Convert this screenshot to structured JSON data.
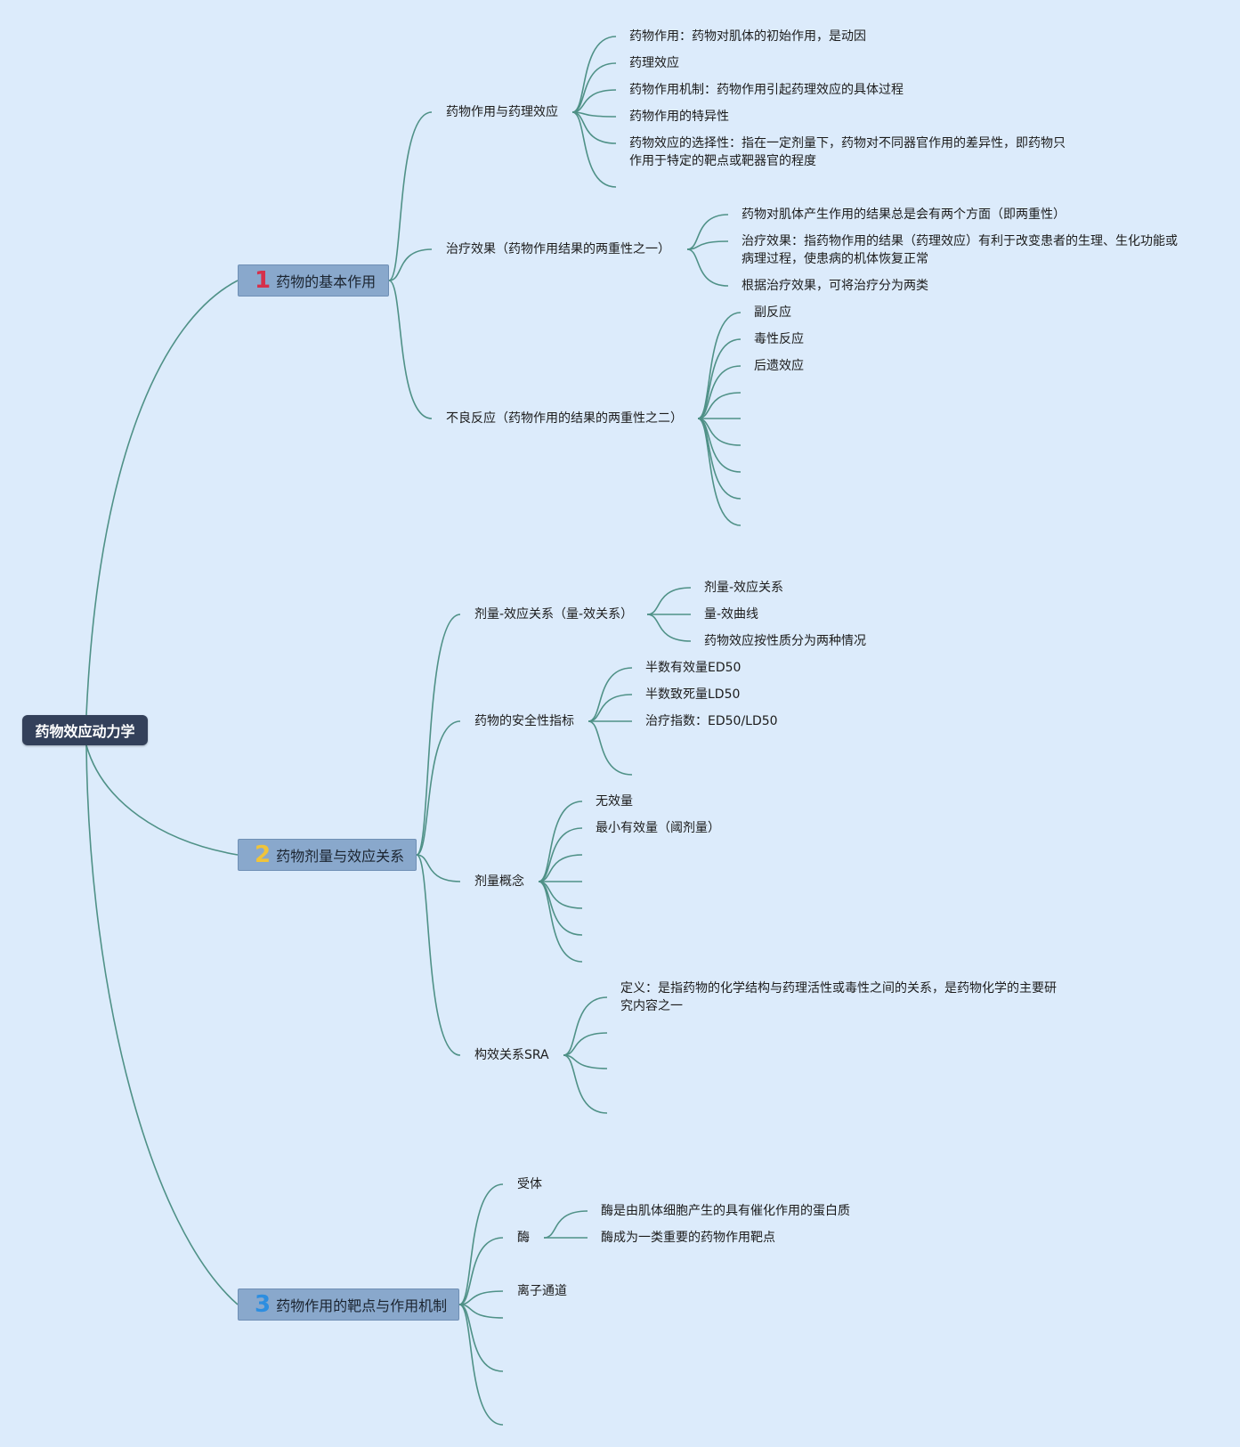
{
  "root": {
    "label": "药物效应动力学"
  },
  "topics": [
    {
      "number": "1",
      "number_color": "#d6304a",
      "label": "药物的基本作用",
      "children": [
        {
          "label": "药物作用与药理效应",
          "children": [
            "药物作用：药物对肌体的初始作用，是动因",
            "药理效应",
            "药物作用机制：药物作用引起药理效应的具体过程",
            "药物作用的特异性",
            "药物效应的选择性：指在一定剂量下，药物对不同器官作用的差异性，即药物只作用于特定的靶点或靶器官的程度"
          ]
        },
        {
          "label": "治疗效果（药物作用结果的两重性之一）",
          "children": [
            "药物对肌体产生作用的结果总是会有两个方面（即两重性）",
            "治疗效果：指药物作用的结果（药理效应）有利于改变患者的生理、生化功能或病理过程，使患病的机体恢复正常",
            "根据治疗效果，可将治疗分为两类"
          ]
        },
        {
          "label": "不良反应（药物作用的结果的两重性之二）",
          "children": [
            "副反应",
            "毒性反应",
            "后遗效应"
          ]
        }
      ]
    },
    {
      "number": "2",
      "number_color": "#f0c43a",
      "label": "药物剂量与效应关系",
      "children": [
        {
          "label": "剂量-效应关系（量-效关系）",
          "children": [
            "剂量-效应关系",
            "量-效曲线",
            "药物效应按性质分为两种情况"
          ]
        },
        {
          "label": "药物的安全性指标",
          "children": [
            "半数有效量ED50",
            "半数致死量LD50",
            "治疗指数：ED50/LD50"
          ]
        },
        {
          "label": "剂量概念",
          "children": [
            "无效量",
            "最小有效量（阈剂量）"
          ]
        },
        {
          "label": "构效关系SRA",
          "children": [
            "定义：是指药物的化学结构与药理活性或毒性之间的关系，是药物化学的主要研究内容之一"
          ]
        }
      ]
    },
    {
      "number": "3",
      "number_color": "#2d8ee0",
      "label": "药物作用的靶点与作用机制",
      "children": [
        {
          "label": "受体",
          "children": []
        },
        {
          "label": "酶",
          "children": [
            "酶是由肌体细胞产生的具有催化作用的蛋白质",
            "酶成为一类重要的药物作用靶点"
          ]
        },
        {
          "label": "离子通道",
          "children": []
        }
      ]
    }
  ]
}
